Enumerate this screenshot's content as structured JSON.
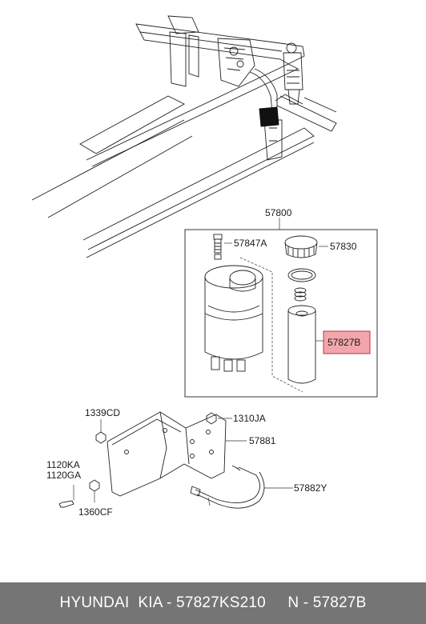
{
  "labels": {
    "assembly": "57800",
    "bolt": "57847A",
    "cap": "57830",
    "filter": "57827B",
    "bolt_1339": "1339CD",
    "nut_1310": "1310JA",
    "bracket": "57881",
    "bolt_1120a": "1120KA",
    "bolt_1120b": "1120GA",
    "band": "57882Y",
    "bolt_1360": "1360CF"
  },
  "colors": {
    "highlight_fill": "#f2a6ac",
    "highlight_stroke": "#c0323c",
    "footer_bg": "#757575",
    "footer_text": "#ffffff"
  },
  "footer": {
    "text": "HYUNDAI  KIA - 57827KS210     N - 57827B"
  }
}
